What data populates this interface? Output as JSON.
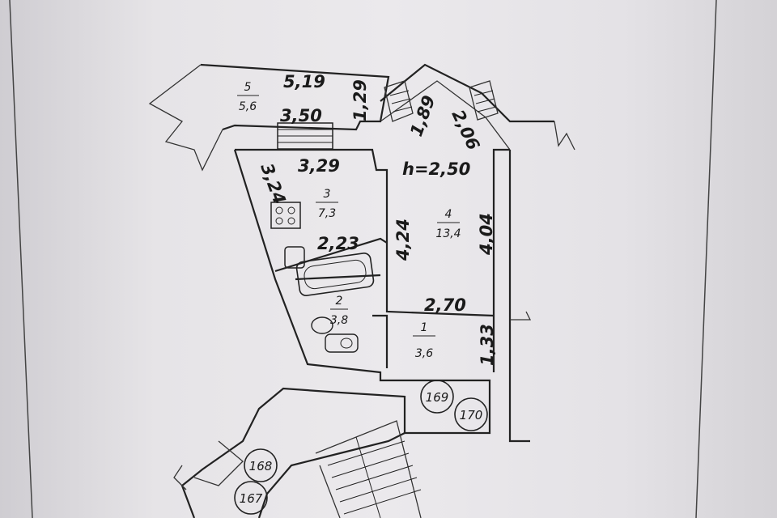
{
  "plan": {
    "ceiling_height": "h=2,50",
    "rooms": [
      {
        "id": "5",
        "area": "5,6"
      },
      {
        "id": "3",
        "area": "7,3"
      },
      {
        "id": "4",
        "area": "13,4"
      },
      {
        "id": "2",
        "area": "3,8"
      },
      {
        "id": "1",
        "area": "3,6"
      }
    ],
    "dimensions": {
      "balcony_top": "5,19",
      "balcony_bottom": "3,50",
      "balcony_side": "1,29",
      "bay_left": "1,89",
      "bay_right": "2,06",
      "kitchen_top": "3,29",
      "kitchen_side": "3,24",
      "kitchen_bottom": "2,23",
      "room_left": "4,24",
      "room_right": "4,04",
      "room_bottom": "2,70",
      "hall_side": "1,33"
    },
    "neighbors": [
      "169",
      "170",
      "168",
      "167"
    ]
  }
}
